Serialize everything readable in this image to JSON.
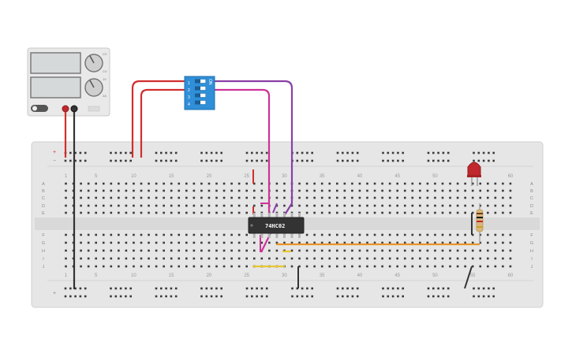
{
  "chip": {
    "label": "74HC02"
  },
  "dip_switch": {
    "on_label": "ON",
    "numbers": [
      "1",
      "2",
      "3",
      "4"
    ]
  },
  "breadboard": {
    "column_numbers": [
      "1",
      "5",
      "10",
      "15",
      "20",
      "25",
      "30",
      "35",
      "40",
      "45",
      "50",
      "55",
      "60"
    ],
    "row_letters_top": [
      "A",
      "B",
      "C",
      "D",
      "E"
    ],
    "row_letters_bottom": [
      "F",
      "G",
      "H",
      "I",
      "J"
    ]
  },
  "power_supply": {
    "knob_marks": [
      "CC",
      "CV",
      "1V",
      "2A"
    ]
  },
  "colors": {
    "red_wire": "#d12e2e",
    "black_wire": "#333333",
    "magenta_wire": "#cc3399",
    "purple_wire": "#8a3fa7",
    "orange_wire": "#e8952a",
    "yellow_wire": "#e8c631",
    "dip_blue": "#2f8fd8",
    "led_red": "#c0282d"
  }
}
